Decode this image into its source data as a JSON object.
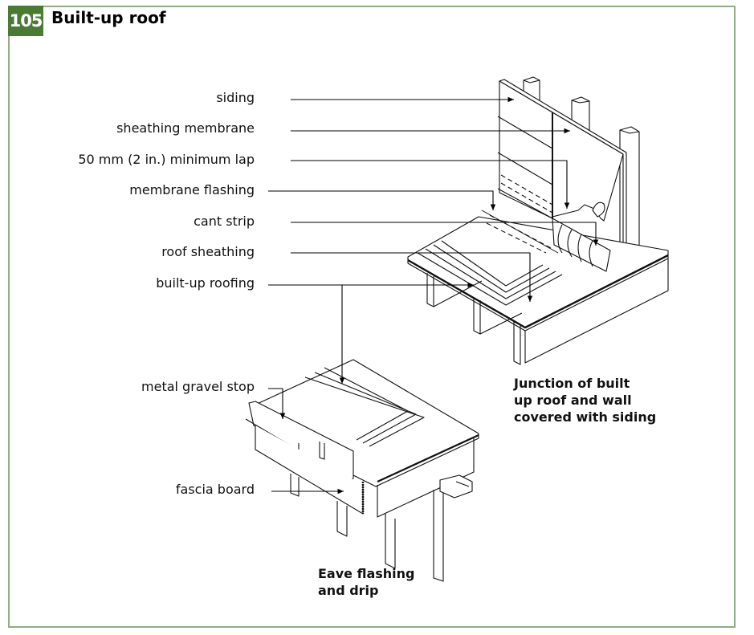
{
  "figure": {
    "number": "105",
    "title": "Built-up roof",
    "accent_color": "#4b7a35",
    "frame_color": "#8fac82"
  },
  "upper_labels": [
    {
      "id": "siding",
      "text": "siding"
    },
    {
      "id": "sheathing-membrane",
      "text": "sheathing membrane"
    },
    {
      "id": "minimum-lap",
      "text": "50 mm (2 in.) minimum lap"
    },
    {
      "id": "membrane-flashing",
      "text": "membrane flashing"
    },
    {
      "id": "cant-strip",
      "text": "cant strip"
    },
    {
      "id": "roof-sheathing",
      "text": "roof sheathing"
    },
    {
      "id": "built-up-roofing",
      "text": "built-up roofing"
    }
  ],
  "lower_labels": [
    {
      "id": "metal-gravel-stop",
      "text": "metal gravel stop"
    },
    {
      "id": "fascia-board",
      "text": "fascia board"
    }
  ],
  "captions": {
    "junction": [
      "Junction of built",
      "up roof and wall",
      "covered with siding"
    ],
    "eave": [
      "Eave flashing",
      "and drip"
    ]
  }
}
